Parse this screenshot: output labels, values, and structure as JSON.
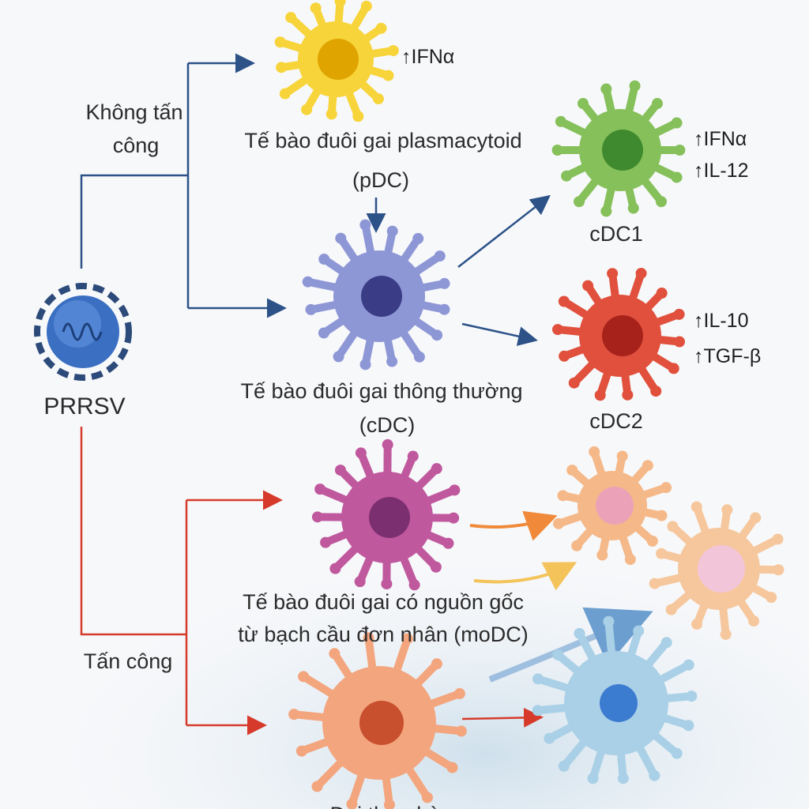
{
  "title": "PRRSV dendritic cell responses",
  "virus": {
    "label": "PRRSV"
  },
  "branches": {
    "no_attack": [
      "Không tấn",
      "công"
    ],
    "attack": "Tấn công"
  },
  "cells": {
    "pdc": {
      "name": "Tế bào đuôi gai plasmacytoid",
      "abbr": "(pDC)",
      "cytokines": [
        "↑IFNα"
      ],
      "color": "#f7d43a"
    },
    "cdc": {
      "name": "Tế bào đuôi gai thông thường",
      "abbr": "(cDC)",
      "color": "#8e97d6"
    },
    "cdc1": {
      "name": "cDC1",
      "cytokines": [
        "↑IFNα",
        "↑IL-12"
      ],
      "color": "#86c05a"
    },
    "cdc2": {
      "name": "cDC2",
      "cytokines": [
        "↑IL-10",
        "↑TGF-β"
      ],
      "color": "#e0503c"
    },
    "modc": {
      "name_line1": "Tế bào đuôi gai có nguồn gốc",
      "name_line2": "từ bạch cầu đơn nhân (moDC)",
      "color": "#c0589e"
    },
    "macrophage": {
      "name": "Đại thực bào",
      "color": "#f3a57e"
    }
  },
  "colors": {
    "blue_arrow": "#2c5288",
    "red_arrow": "#d63a2a",
    "orange_arrow": "#f08a3a",
    "yellow_arrow": "#f4c35a"
  }
}
